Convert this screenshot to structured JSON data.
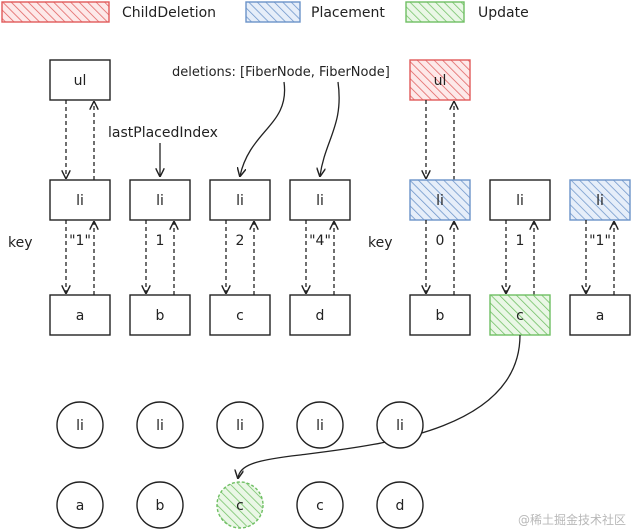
{
  "colors": {
    "deletion": "#e05a5a",
    "placement": "#6b93c9",
    "update": "#6fbf63"
  },
  "legend": {
    "deletion": "ChildDeletion",
    "placement": "Placement",
    "update": "Update"
  },
  "annotations": {
    "deletions": "deletions: [FiberNode, FiberNode]",
    "last_placed_index": "lastPlacedIndex",
    "key_left": "key",
    "key_right": "key"
  },
  "left": {
    "parent": "ul",
    "children": [
      {
        "label": "li",
        "key": "\"1\"",
        "content": "a"
      },
      {
        "label": "li",
        "key": "1",
        "content": "b"
      },
      {
        "label": "li",
        "key": "2",
        "content": "c"
      },
      {
        "label": "li",
        "key": "\"4\"",
        "content": "d"
      }
    ]
  },
  "right": {
    "parent": "ul",
    "children": [
      {
        "label": "li",
        "key": "0",
        "content": "b"
      },
      {
        "label": "li",
        "key": "1",
        "content": "c"
      },
      {
        "label": "li",
        "key": "\"1\"",
        "content": "a"
      }
    ]
  },
  "bottom": {
    "row1": [
      "li",
      "li",
      "li",
      "li",
      "li"
    ],
    "row2": [
      "a",
      "b",
      "c",
      "c",
      "d"
    ]
  },
  "watermark": "@稀土掘金技术社区"
}
